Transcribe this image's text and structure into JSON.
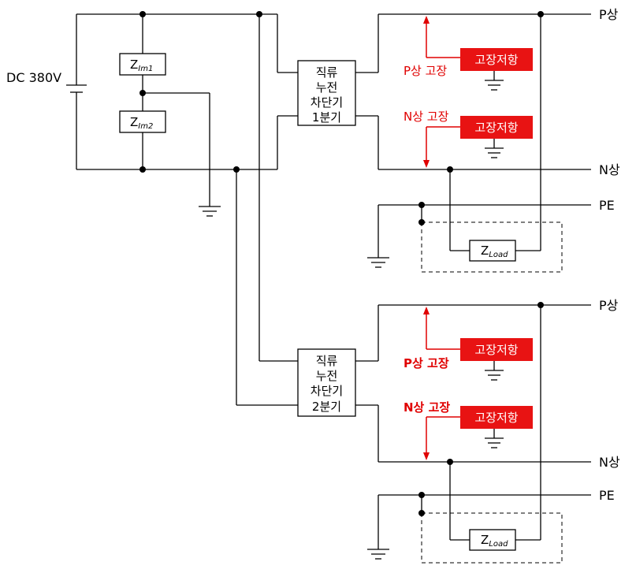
{
  "source": {
    "label": "DC 380V"
  },
  "imd": {
    "z1": "Z",
    "z1_sub": "Im1",
    "z2": "Z",
    "z2_sub": "Im2"
  },
  "branches": [
    {
      "breaker": [
        "직류",
        "누전",
        "차단기",
        "1분기"
      ],
      "p_line": "P상",
      "n_line": "N상",
      "pe_line": "PE",
      "p_fault_label": "P상 고장",
      "n_fault_label": "N상 고장",
      "fault_resistor": "고장저항",
      "load": "Z",
      "load_sub": "Load"
    },
    {
      "breaker": [
        "직류",
        "누전",
        "차단기",
        "2분기"
      ],
      "p_line": "P상",
      "n_line": "N상",
      "pe_line": "PE",
      "p_fault_label": "P상 고장",
      "n_fault_label": "N상 고장",
      "fault_resistor": "고장저항",
      "load": "Z",
      "load_sub": "Load"
    }
  ],
  "colors": {
    "fault": "#e81313",
    "fault_text": "#e00000",
    "wire": "#000000"
  }
}
